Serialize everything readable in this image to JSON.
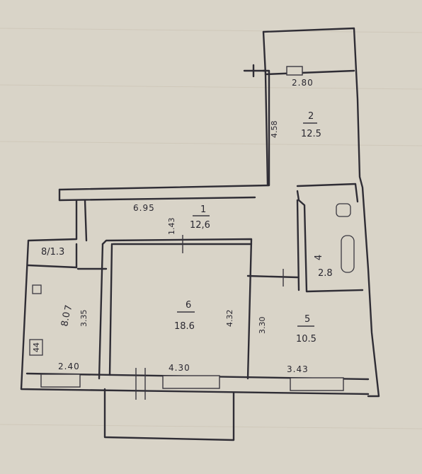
{
  "rooms": [
    {
      "id": "1",
      "number": "1",
      "area": "12,6"
    },
    {
      "id": "2",
      "number": "2",
      "area": "12.5"
    },
    {
      "id": "4",
      "number": "4",
      "area": "2.8"
    },
    {
      "id": "5",
      "number": "5",
      "area": "10.5"
    },
    {
      "id": "6",
      "number": "6",
      "area": "18.6"
    },
    {
      "id": "7",
      "number": "7",
      "area": "8.0"
    },
    {
      "id": "8",
      "label": "8/1.3"
    }
  ],
  "dimensions": {
    "room2_width": "2.80",
    "room2_length": "4.58",
    "corridor_length": "6.95",
    "corridor_width": "1.43",
    "room6_depth": "4.32",
    "room5_depth": "3.30",
    "room7_depth": "3.35",
    "room7_width": "2.40",
    "room6_width": "4.30",
    "room5_width": "3.43"
  },
  "stove_mark": "44"
}
